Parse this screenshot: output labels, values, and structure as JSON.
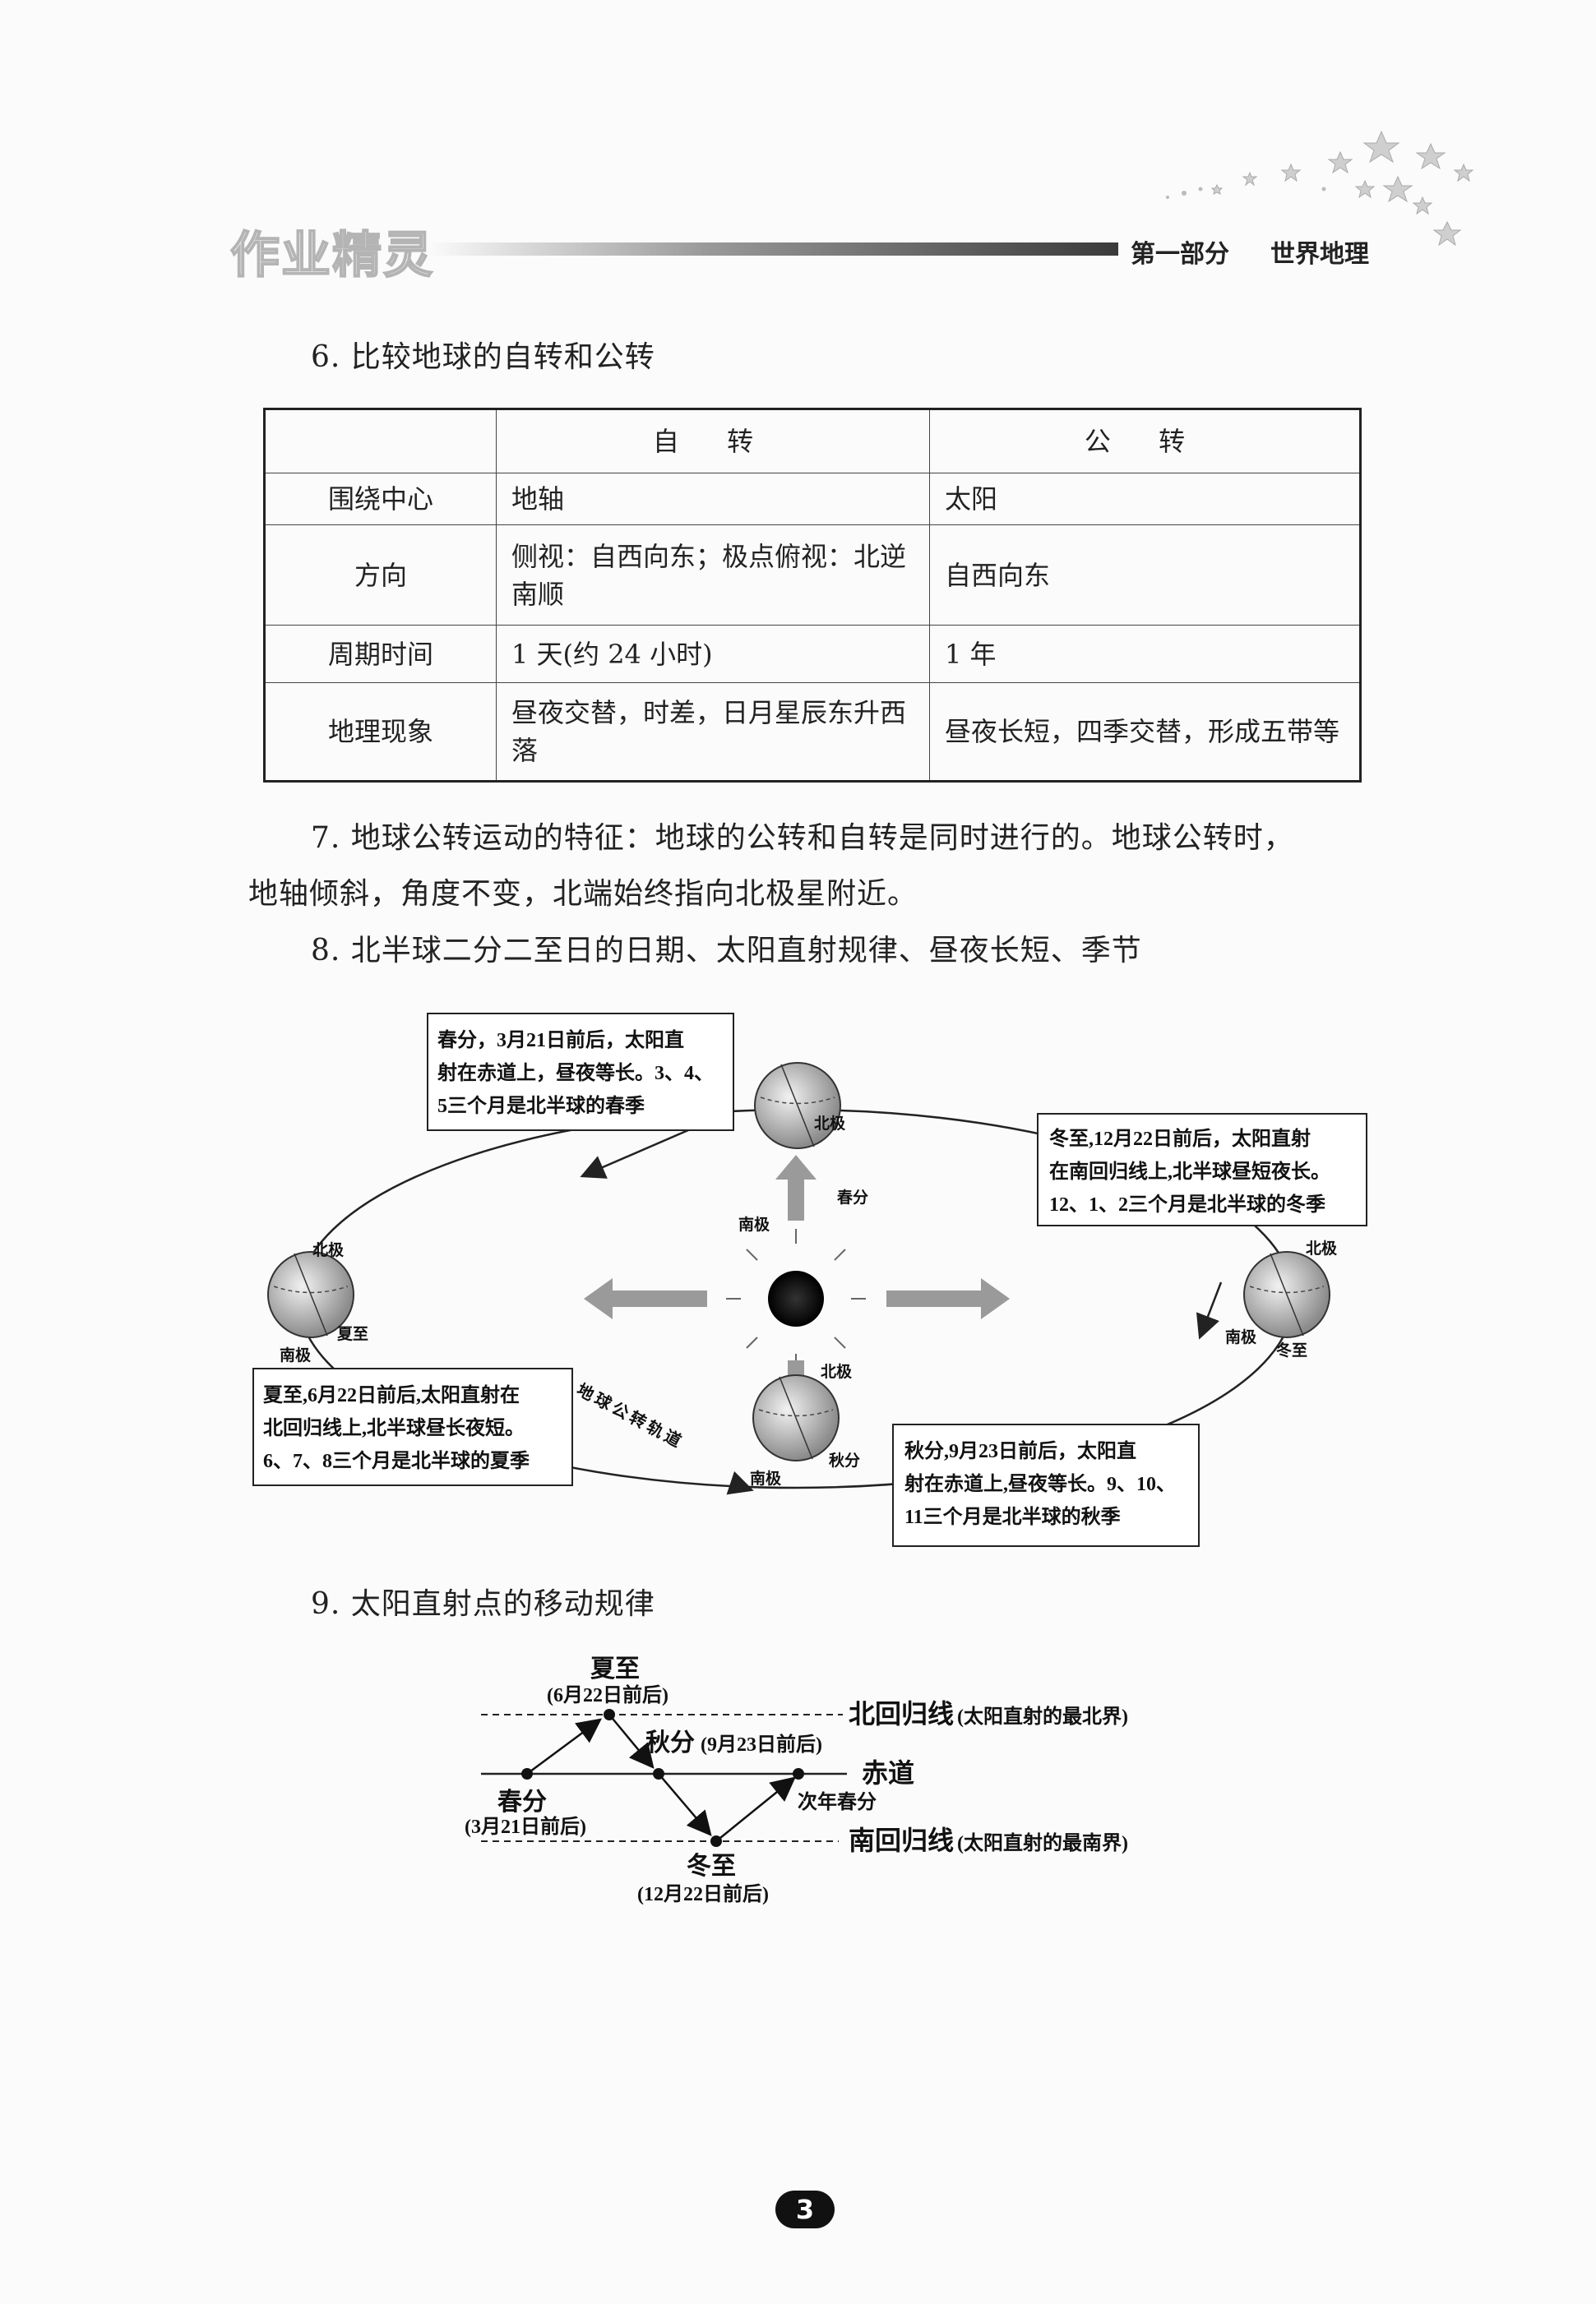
{
  "header": {
    "logo_text": "作业精灵",
    "part": "第一部分",
    "subject": "世界地理"
  },
  "section6": {
    "heading": "6. 比较地球的自转和公转",
    "table": {
      "columns": [
        "",
        "自 转",
        "公 转"
      ],
      "rows": [
        {
          "label": "围绕中心",
          "rotation": "地轴",
          "revolution": "太阳"
        },
        {
          "label": "方向",
          "rotation": "侧视：自西向东；极点俯视：北逆南顺",
          "revolution": "自西向东"
        },
        {
          "label": "周期时间",
          "rotation": "1 天(约 24 小时)",
          "revolution": "1 年"
        },
        {
          "label": "地理现象",
          "rotation": "昼夜交替，时差，日月星辰东升西落",
          "revolution": "昼夜长短，四季交替，形成五带等"
        }
      ]
    }
  },
  "section7": {
    "line1": "7. 地球公转运动的特征：地球的公转和自转是同时进行的。地球公转时，",
    "line2": "地轴倾斜，角度不变，北端始终指向北极星附近。"
  },
  "section8": {
    "heading": "8. 北半球二分二至日的日期、太阳直射规律、昼夜长短、季节",
    "diagram": {
      "spring_box": [
        "春分，3月21日前后，太阳直",
        "射在赤道上，昼夜等长。3、4、",
        "5三个月是北半球的春季"
      ],
      "winter_box": [
        "冬至,12月22日前后，太阳直射",
        "在南回归线上,北半球昼短夜长。",
        "12、1、2三个月是北半球的冬季"
      ],
      "summer_box": [
        "夏至,6月22日前后,太阳直射在",
        "北回归线上,北半球昼长夜短。",
        "6、7、8三个月是北半球的夏季"
      ],
      "autumn_box": [
        "秋分,9月23日前后，太阳直",
        "射在赤道上,昼夜等长。9、10、",
        "11三个月是北半球的秋季"
      ],
      "north_pole": "北极",
      "south_pole": "南极",
      "spring": "春分",
      "summer": "夏至",
      "autumn": "秋分",
      "winter": "冬至",
      "orbit_label": "地球公转轨道"
    }
  },
  "section9": {
    "heading": "9. 太阳直射点的移动规律",
    "diagram": {
      "summer": "夏至",
      "summer_date": "(6月22日前后)",
      "autumn": "秋分",
      "autumn_date": "(9月23日前后)",
      "spring": "春分",
      "spring_date": "(3月21日前后)",
      "winter": "冬至",
      "winter_date": "(12月22日前后)",
      "next_spring": "次年春分",
      "tropic_n": "北回归线",
      "tropic_n_note": "(太阳直射的最北界)",
      "equator": "赤道",
      "tropic_s": "南回归线",
      "tropic_s_note": "(太阳直射的最南界)"
    }
  },
  "page_number": "3"
}
